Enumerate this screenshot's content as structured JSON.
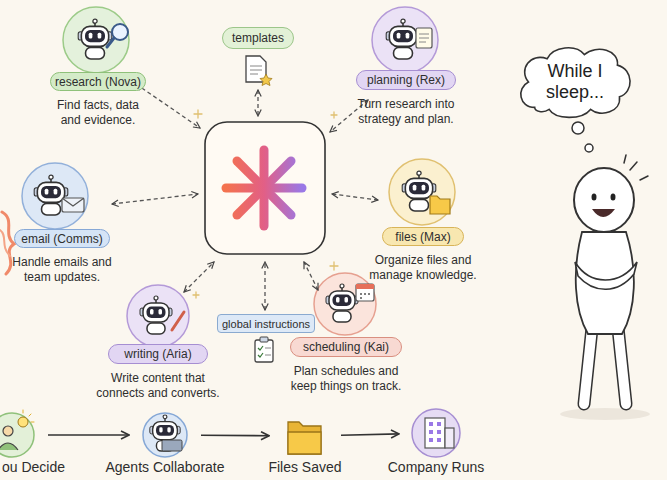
{
  "diagram": {
    "nodes": [
      {
        "text": [
          "research (Nova)",
          "Find facts, data and evidence."
        ]
      },
      {
        "text": [
          "templates"
        ]
      },
      {
        "text": [
          "planning (Rex)",
          "Turn research into strategy and plan."
        ]
      },
      {
        "text": [
          "While I sleep..."
        ]
      },
      {
        "text": [
          "email (Comms)",
          "Handle emails and team updates."
        ]
      },
      {
        "text": [
          "files (Max)",
          "Organize files and manage knowledge."
        ]
      },
      {
        "text": [
          "writing (Aria)",
          "Write content that connects and converts."
        ]
      },
      {
        "text": [
          "global instructions"
        ]
      },
      {
        "text": [
          "scheduling (Kai)",
          "Plan schedules and keep things on track."
        ]
      },
      {
        "text": [
          "ou Decide"
        ]
      },
      {
        "text": [
          "Agents Collaborate"
        ]
      },
      {
        "text": [
          "Files Saved"
        ]
      },
      {
        "text": [
          "Company Runs"
        ]
      }
    ],
    "edges": [
      {
        "from": 9,
        "to": 10,
        "arrow": "to"
      },
      {
        "from": 10,
        "to": 11,
        "arrow": "to"
      },
      {
        "from": 11,
        "to": 12,
        "arrow": "to"
      }
    ]
  }
}
